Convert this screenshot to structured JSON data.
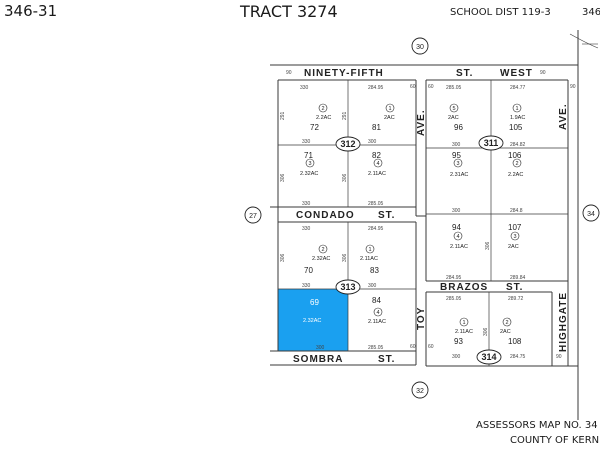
{
  "header": {
    "page_ref": "346-31",
    "tract": "TRACT 3274",
    "school_dist": "SCHOOL DIST 119-3",
    "page_ref_right": "346"
  },
  "footer": {
    "assessors_map": "ASSESSORS MAP NO. 34",
    "county": "COUNTY OF KERN"
  },
  "streets": {
    "ninety_fifth": "NINETY-FIFTH",
    "ninety_fifth_st": "ST.",
    "ninety_fifth_west": "WEST",
    "condado": "CONDADO",
    "condado_st": "ST.",
    "brazos": "BRAZOS",
    "brazos_st": "ST.",
    "sombra": "SOMBRA",
    "sombra_st": "ST.",
    "ave_left": "AVE.",
    "ave_right": "AVE.",
    "highgate": "HIGHGATE",
    "toy": "TOY"
  },
  "road_numbers": {
    "top": "30",
    "left": "27",
    "right": "34",
    "bottom": "32"
  },
  "blocks": {
    "b312": "312",
    "b311": "311",
    "b313": "313",
    "b314": "314"
  },
  "lots": {
    "l72": "72",
    "l72_circ": "2",
    "l72_acre": "2.2AC",
    "l81": "81",
    "l81_circ": "1",
    "l81_acre": "2AC",
    "l71": "71",
    "l71_circ": "3",
    "l71_acre": "2.32AC",
    "l82": "82",
    "l82_circ": "4",
    "l82_acre": "2.11AC",
    "l96": "96",
    "l96_circ": "5",
    "l96_acre": "2AC",
    "l105": "105",
    "l105_circ": "1",
    "l105_acre": "1.9AC",
    "l95": "95",
    "l95_circ": "3",
    "l95_acre": "2.31AC",
    "l106": "106",
    "l106_circ": "2",
    "l106_acre": "2.2AC",
    "l94": "94",
    "l94_circ": "4",
    "l94_acre": "2.11AC",
    "l107": "107",
    "l107_circ": "3",
    "l107_acre": "2AC",
    "l70": "70",
    "l70_circ": "2",
    "l70_acre": "2.32AC",
    "l83": "83",
    "l83_circ": "1",
    "l83_acre": "2.11AC",
    "l69": "69",
    "l69_acre": "2.32AC",
    "l84": "84",
    "l84_circ": "4",
    "l84_acre": "2.11AC",
    "l93": "93",
    "l93_circ": "1",
    "l93_acre": "2.11AC",
    "l108": "108",
    "l108_circ": "2",
    "l108_acre": "2AC"
  },
  "dims": {
    "d330a": "330",
    "d28495a": "284.95",
    "d330b": "330",
    "d300a": "300",
    "d330c": "330",
    "d28505": "285.05",
    "d330d": "330",
    "d28495b": "284.95",
    "d330e": "330",
    "d300b": "300",
    "d300c": "300",
    "d28505b": "285.05",
    "d28505c": "285.05",
    "d28477": "284.77",
    "d300d": "300",
    "d28482": "284.82",
    "d300e": "300",
    "d2848": "284.8",
    "d28495c": "284.95",
    "d28984": "289.84",
    "d28505d": "285.05",
    "d28972": "289.72",
    "d300f": "300",
    "d28475": "284.75",
    "d291a": "291",
    "d291b": "291",
    "d306a": "306",
    "d306b": "306",
    "d306c": "306",
    "d306d": "306",
    "d306e": "306",
    "d306f": "306",
    "d90a": "90",
    "d90b": "90",
    "d60a": "60",
    "d60b": "60",
    "d60c": "60",
    "d60d": "60",
    "d90c": "90",
    "d90d": "90"
  },
  "colors": {
    "highlight": "#1aa0f0",
    "line": "#3a3a3a",
    "ink": "#1a1a1a"
  }
}
